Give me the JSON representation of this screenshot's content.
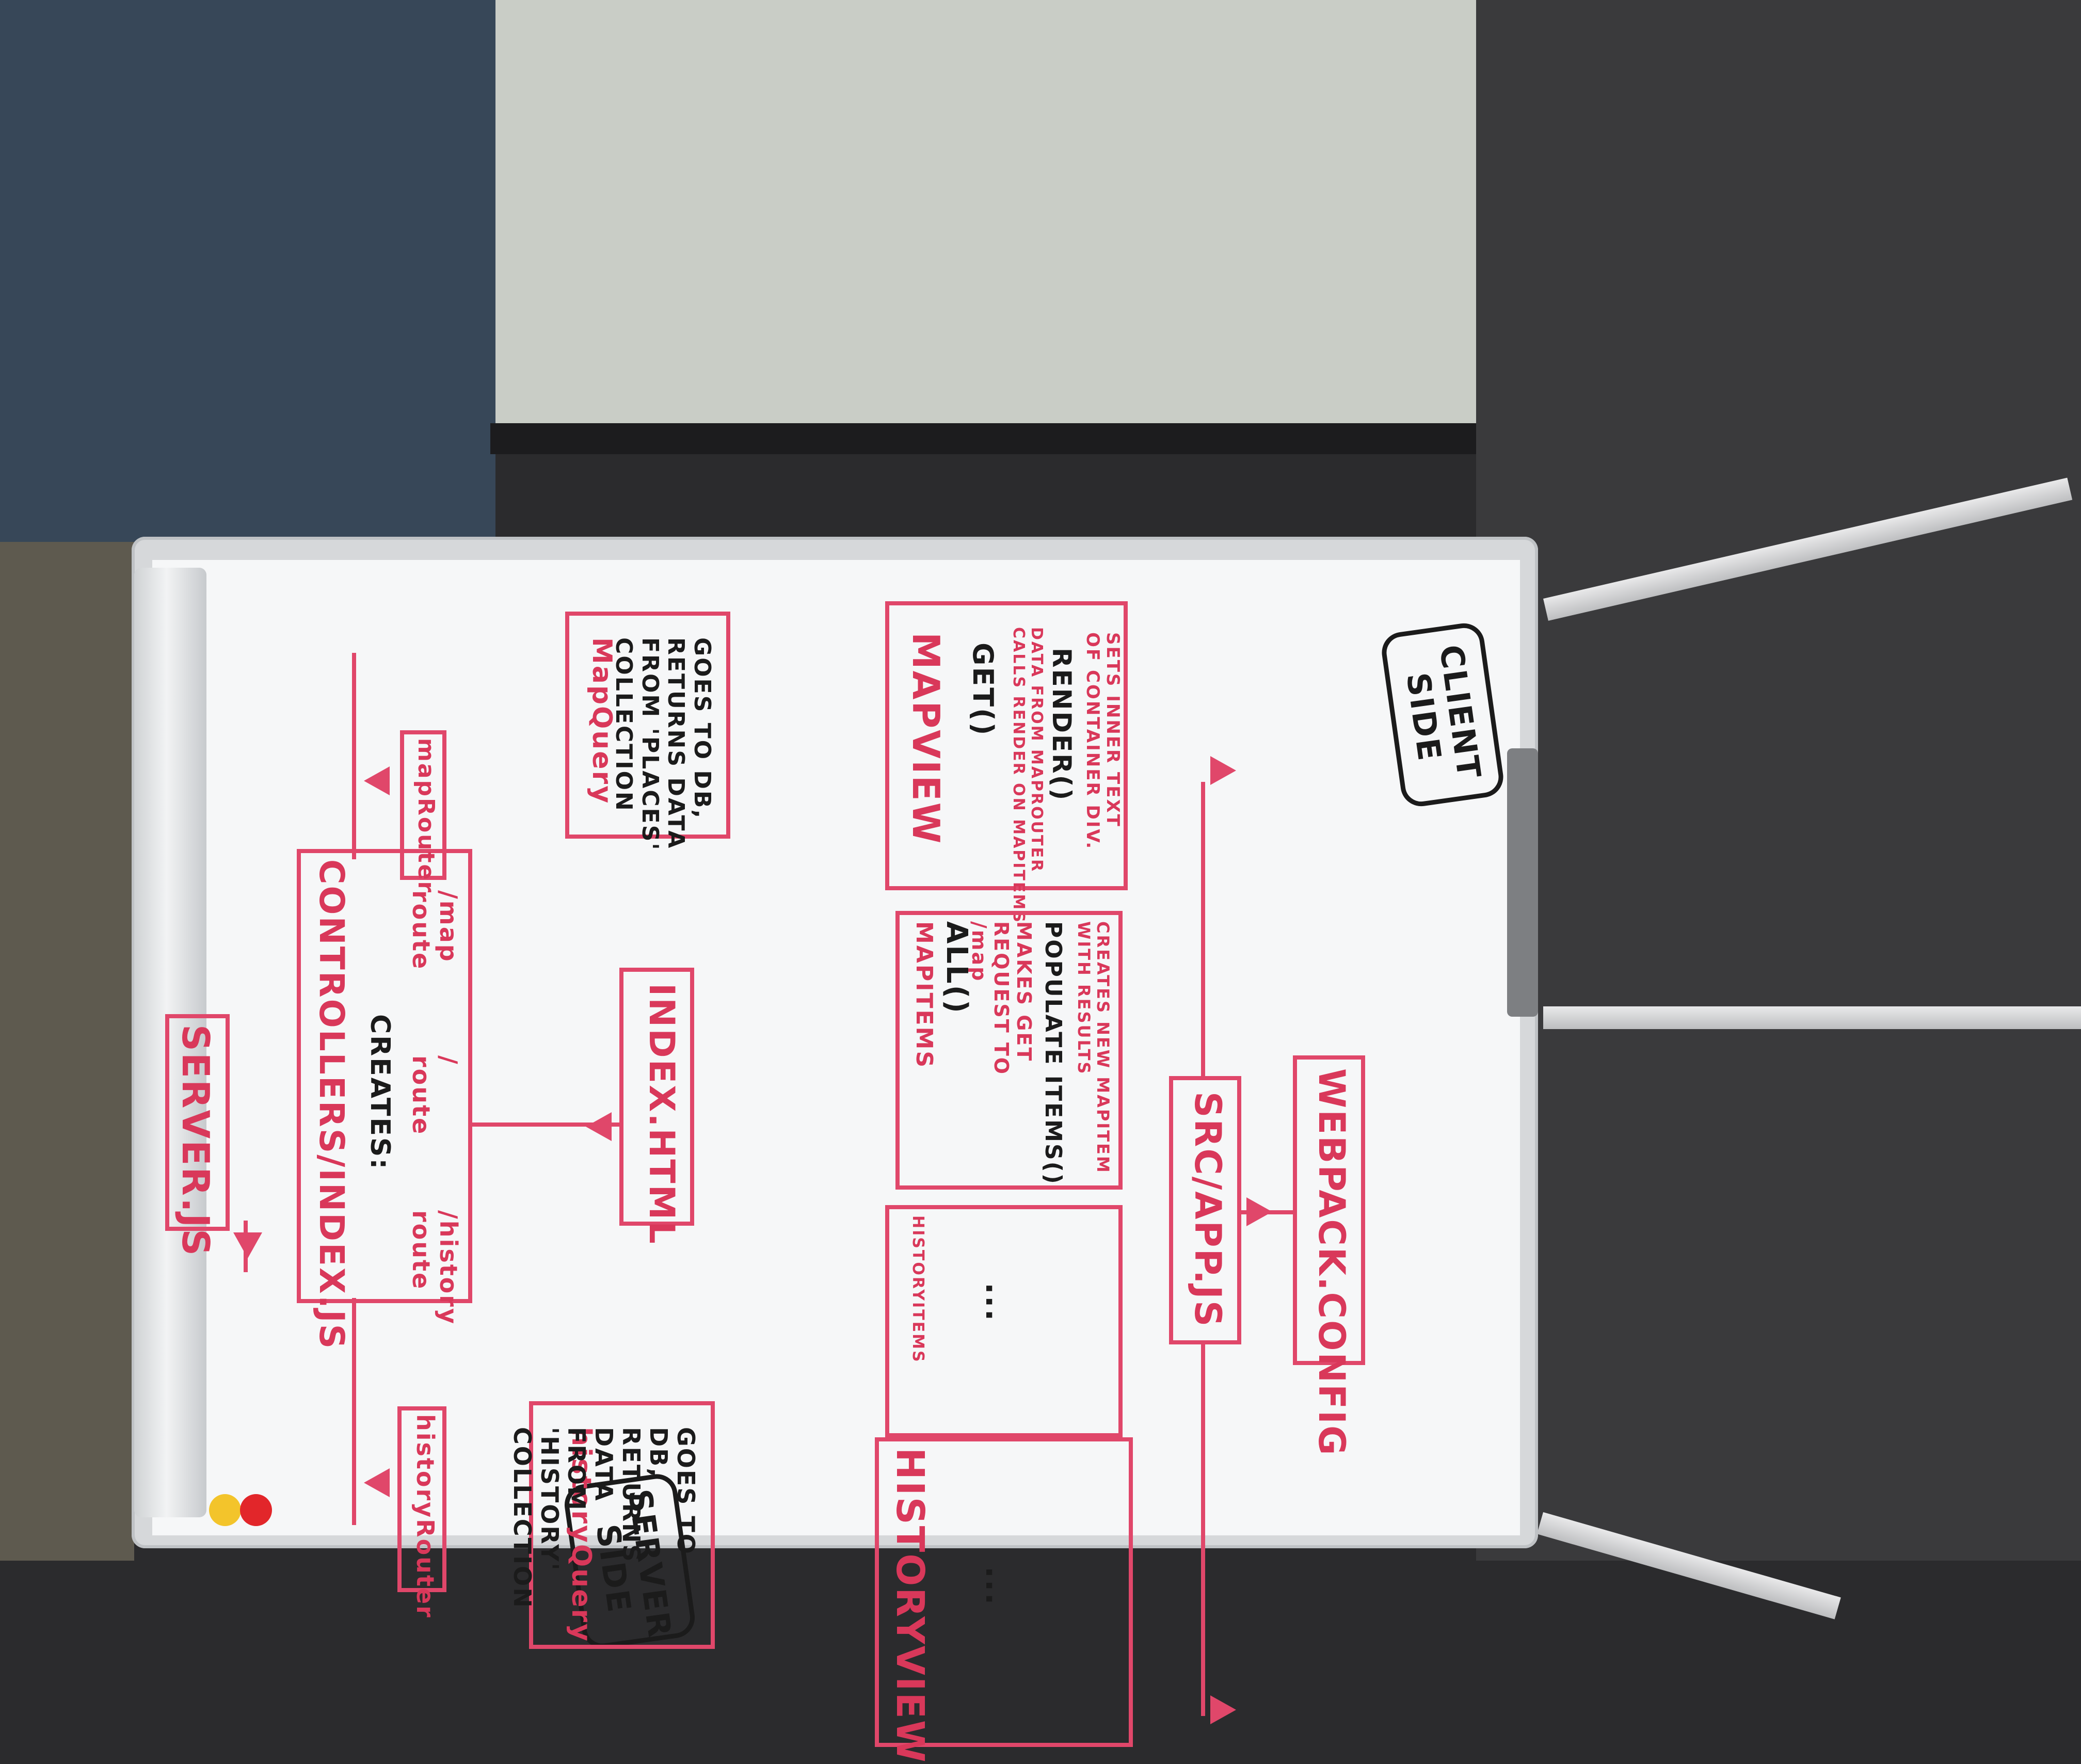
{
  "scene": {
    "background_color": "#2b2b2d",
    "ink_red": "#e0476a",
    "ink_black": "#1b1b1b"
  },
  "server_side": {
    "label": "SERVER\nSIDE"
  },
  "client_side": {
    "label": "CLIENT\nSIDE"
  },
  "nodes": {
    "server_js": "SERVER.JS",
    "controllers": "CONTROLLERS/INDEX.JS",
    "creates": "CREATES:",
    "history_route": "/history\nroute",
    "slash_route": "/\nroute",
    "map_route": "/map\nroute",
    "index_html": "INDEX.HTML",
    "map_router": "mapRouter",
    "map_query_title": "MapQuery",
    "map_query_desc": "GOES TO DB,\nRETURNS DATA\nFROM 'PLACES'\nCOLLECTION",
    "history_router": "historyRouter",
    "history_query_title": "historyQuery",
    "history_query_desc": "GOES TO DB,\nRETURNS DATA\nFROM 'HISTORY'\nCOLLECTION",
    "map_view": "MAPVIEW",
    "map_view_get": "GET()",
    "map_view_data": "DATA FROM MAPROUTER\nCALLS RENDER ON MAPITEMS",
    "map_view_render": "RENDER()",
    "map_view_sets": "SETS INNER TEXT\nOF CONTAINER DIV.",
    "map_items": "MAPITEMS",
    "map_items_all": "ALL()",
    "map_items_req": "MAKES GET\nREQUEST TO\n/map",
    "map_items_populate": "POPULATE ITEMS()",
    "map_items_creates": "CREATES NEW MAPITEM\nWITH RESULTS",
    "history_items": "HISTORYITEMS",
    "history_items_dots": "...",
    "history_view": "HISTORYVIEW",
    "history_view_dots": "...",
    "src_app": "SRC/APP.JS",
    "webpack": "WEBPACK.CONFIG"
  }
}
